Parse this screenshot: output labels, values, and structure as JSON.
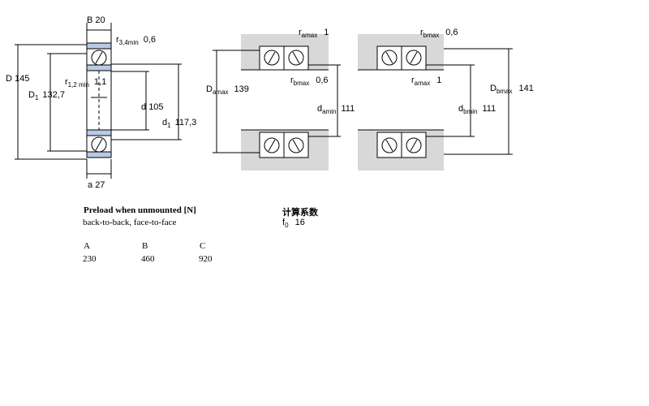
{
  "diagram": {
    "single": {
      "B": "B",
      "B_val": "20",
      "r34": "r",
      "r34_sub": "3,4min",
      "r34_val": "0,6",
      "D": "D",
      "D_val": "145",
      "D1": "D",
      "D1_sub": "1",
      "D1_val": "132,7",
      "r12": "r",
      "r12_sub": "1,2 min",
      "r12_val": "1,1",
      "d": "d",
      "d_val": "105",
      "d1": "d",
      "d1_sub": "1",
      "d1_val": "117,3",
      "a": "a",
      "a_val": "27"
    },
    "mounting": {
      "ramax_left": "r",
      "ramax_left_sub": "amax",
      "ramax_left_val": "1",
      "rbmax_right": "r",
      "rbmax_right_sub": "bmax",
      "rbmax_right_val": "0,6",
      "Damax": "D",
      "Damax_sub": "amax",
      "Damax_val": "139",
      "rbmax_mid": "r",
      "rbmax_mid_sub": "bmax",
      "rbmax_mid_val": "0,6",
      "ramax_mid": "r",
      "ramax_mid_sub": "amax",
      "ramax_mid_val": "1",
      "damin": "d",
      "damin_sub": "amin",
      "damin_val": "111",
      "dbmin": "d",
      "dbmin_sub": "bmin",
      "dbmin_val": "111",
      "Dbmax": "D",
      "Dbmax_sub": "bmax",
      "Dbmax_val": "141"
    }
  },
  "preload": {
    "title": "Preload when unmounted [N]",
    "subtitle": "back-to-back, face-to-face",
    "headers": [
      "A",
      "B",
      "C"
    ],
    "values": [
      "230",
      "460",
      "920"
    ]
  },
  "factor": {
    "title": "计算系数",
    "label": "f",
    "label_sub": "0",
    "value": "16"
  },
  "colors": {
    "housing": "#d8d8d8",
    "ring_highlight": "#b9c9e6",
    "line": "#000000"
  }
}
